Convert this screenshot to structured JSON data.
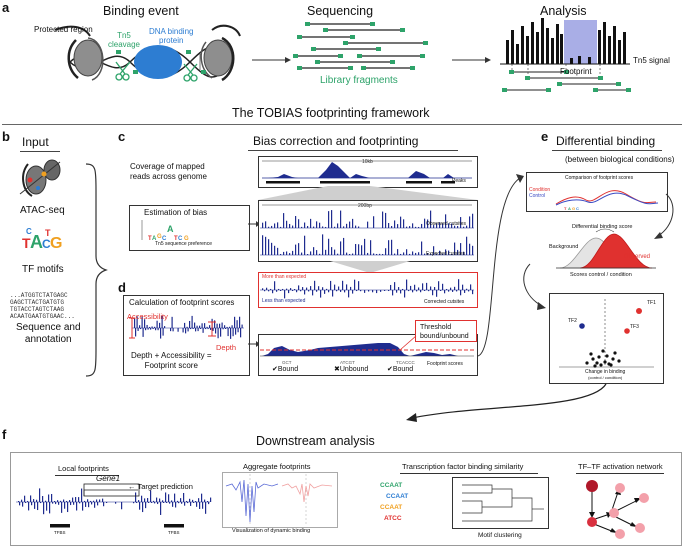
{
  "panel_a": {
    "letter": "a",
    "binding_title": "Binding event",
    "sequencing_title": "Sequencing",
    "analysis_title": "Analysis",
    "protected_region": "Protected region",
    "tn5_cleavage_line1": "Tn5",
    "tn5_cleavage_line2": "cleavage",
    "dna_protein_line1": "DNA binding",
    "dna_protein_line2": "protein",
    "library_fragments": "Library fragments",
    "footprint": "Footprint",
    "tn5_signal": "Tn5 signal"
  },
  "framework_title": "The TOBIAS footprinting framework",
  "panel_b": {
    "letter": "b",
    "title": "Input",
    "atac": "ATAC-seq",
    "tf_motifs": "TF motifs",
    "seq_lines": [
      "...ATGGTCTATGAGC",
      "GAGCTTACTGATGTG",
      "TGTACCTAGTCTAAG",
      "ACAATGAATGTGAAC..."
    ],
    "seq_annot_line1": "Sequence and",
    "seq_annot_line2": "annotation"
  },
  "panel_c": {
    "letter": "c",
    "title": "Bias correction and footprinting",
    "coverage_line1": "Coverage of mapped",
    "coverage_line2": "reads across genome",
    "scale_10kb": "10kb",
    "peaks": "Peaks",
    "estimation": "Estimation of bias",
    "tn5_pref": "Tn5 sequence preference",
    "scale_200bp": "200bp",
    "observed": "Observed cutsites",
    "expected": "Expected cutsites",
    "more": "More than expected",
    "less": "Less than expected",
    "corrected": "Corrected cutsites"
  },
  "panel_d": {
    "letter": "d",
    "calc": "Calculation of footprint scores",
    "accessibility": "Accessibility",
    "depth": "Depth",
    "formula_line1": "Depth + Accessibility =",
    "formula_line2": "Footprint score",
    "threshold_line1": "Threshold",
    "threshold_line2": "bound/unbound",
    "footprint_scores": "Footprint scores",
    "bound": "Bound",
    "unbound": "Unbound"
  },
  "panel_e": {
    "letter": "e",
    "title": "Differential binding",
    "subtitle": "(between biological conditions)",
    "comparison": "Comparison of footprint scores",
    "condition": "Condition",
    "control": "Control",
    "diff_score": "Differential binding score",
    "background": "Background",
    "observed": "Observed",
    "scores_axis": "Scores control / condition",
    "tf1": "TF1",
    "tf2": "TF2",
    "tf3": "TF3",
    "change_line1": "Change in binding",
    "change_line2": "(control / condition)"
  },
  "panel_f": {
    "letter": "f",
    "title": "Downstream analysis",
    "local": "Local footprints",
    "gene": "Gene1",
    "target": "Target prediction",
    "tfbs": "TFBS",
    "aggregate": "Aggregate footprints",
    "visualization": "Visualization of dynamic binding",
    "similarity": "Transcription factor binding similarity",
    "motif_clustering": "Motif clustering",
    "motif_words": [
      "CCAAT",
      "CCAAT",
      "CCAAT",
      "ATCC"
    ],
    "network": "TF–TF activation network"
  },
  "colors": {
    "navy": "#1f2c8f",
    "blue_protein": "#2d7dd2",
    "green": "#2ea36a",
    "red": "#e0312f",
    "footprint_fill": "#a9aee6",
    "node_dark": "#b0182a",
    "node_light": "#f3a0aa"
  }
}
